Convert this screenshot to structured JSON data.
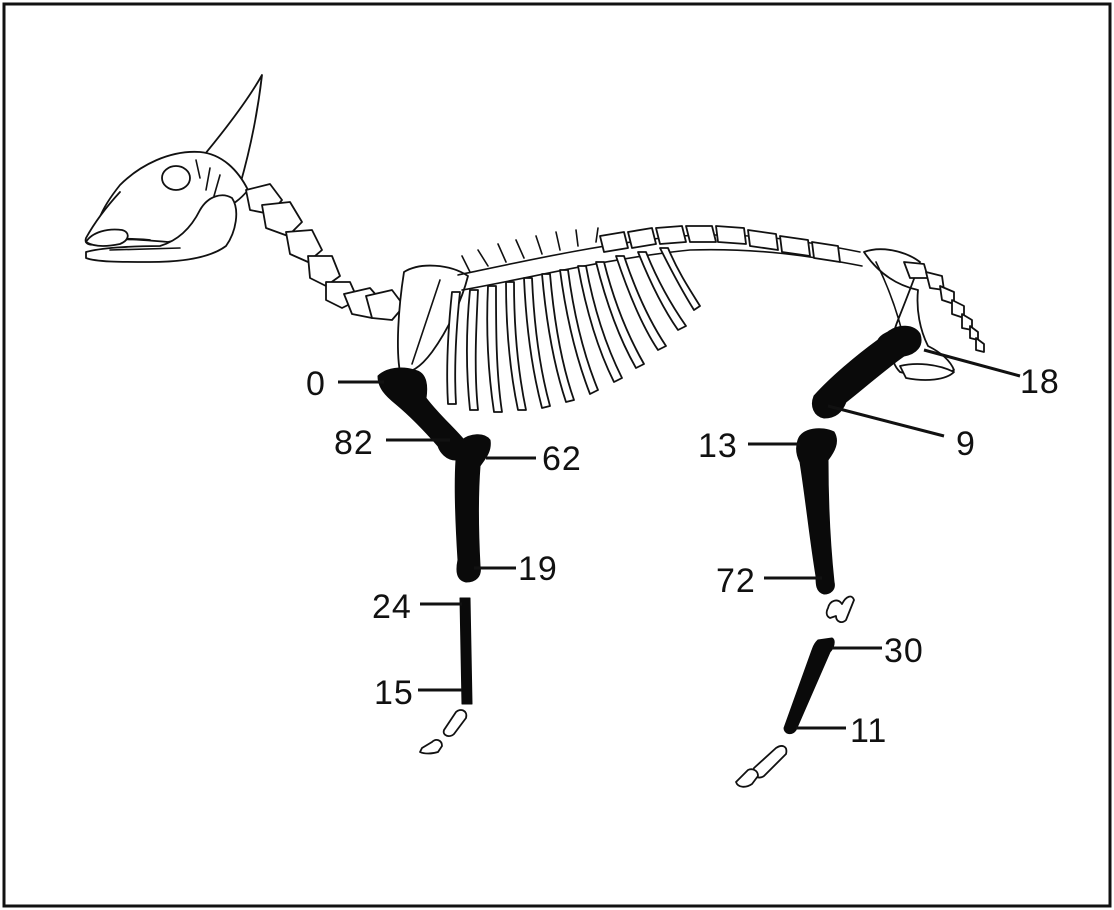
{
  "colors": {
    "ink": "#111111",
    "highlight": "#0a0a0a",
    "paper": "#ffffff"
  },
  "labels": {
    "l0": "0",
    "l82": "82",
    "l62": "62",
    "l19": "19",
    "l24": "24",
    "l15": "15",
    "l13": "13",
    "l9": "9",
    "l18": "18",
    "l72": "72",
    "l30": "30",
    "l11": "11"
  }
}
